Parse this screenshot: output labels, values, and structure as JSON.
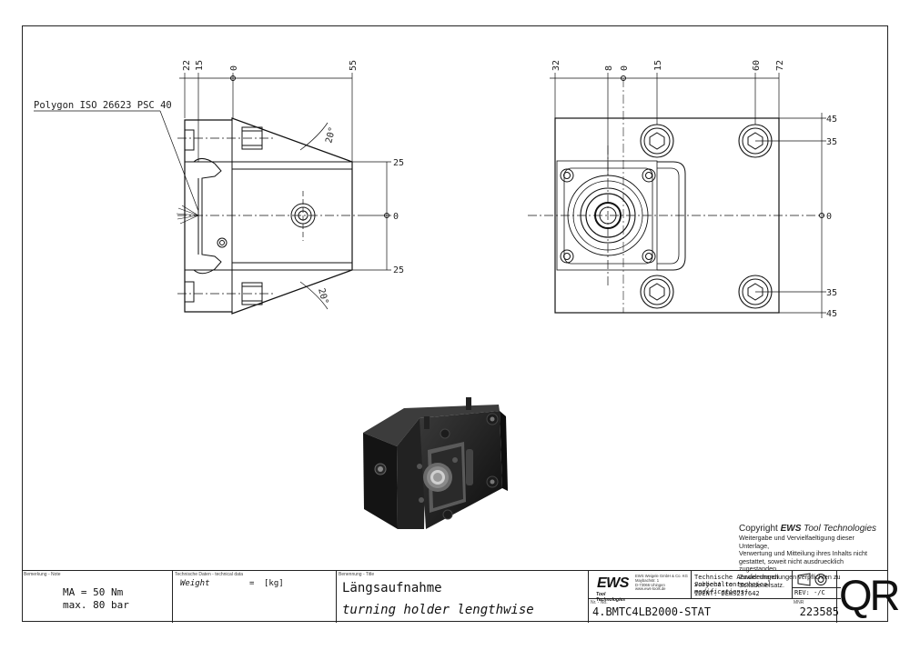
{
  "note_label": "Polygon ISO 26623 PSC 40",
  "left_view_dims": {
    "top": [
      "22",
      "15",
      "0",
      "55"
    ],
    "right": [
      "25",
      "0",
      "25"
    ],
    "angles": [
      "20°",
      "20°"
    ]
  },
  "right_view_dims": {
    "top": [
      "32",
      "8",
      "0",
      "15",
      "60",
      "72"
    ],
    "right": [
      "45",
      "35",
      "0",
      "35",
      "45"
    ]
  },
  "copyright": {
    "title_prefix": "Copyright",
    "title_brand": "EWS",
    "title_suffix": "Tool Technologies",
    "lines": [
      "Weitergabe und Vervielfaeltigung dieser Unterlage,",
      "Verwertung und Mitteilung ihres Inhalts nicht",
      "gestattet, soweit nicht ausdruecklich zugestanden.",
      "Zuwiderhandlungen verpflichten zu Schadenersatz."
    ]
  },
  "title_block": {
    "note_caption": "Bemerkung - Note",
    "note_lines": [
      "MA = 50 Nm",
      "max. 80 bar"
    ],
    "tech_caption": "Technische Daten - technical data",
    "weight_label": "Weight",
    "weight_eq": "=",
    "weight_unit": "[kg]",
    "title_caption": "Benennung - Title",
    "title_de": "Längsaufnahme",
    "title_en": "turning holder lengthwise",
    "logo_word": "EWS",
    "logo_sub": "Tool Technologies",
    "address": [
      "EWS Weigele GmbH & Co. KG",
      "Maybachstr. 1",
      "D-73066 Uhingen",
      "www.ews-tools.de"
    ],
    "tech_change_1": "Technische Aenderungen vorbehalten!",
    "tech_change_2": "Subject to technical modifications!",
    "ident": "IDENT: DEWS237642",
    "rev": "REV: -/C",
    "nr_caption": "Nr. - No.",
    "part_number": "4.BMTC4LB2000-STAT",
    "mnr_caption": "MNR",
    "mnr": "223585",
    "qr": "QR"
  }
}
